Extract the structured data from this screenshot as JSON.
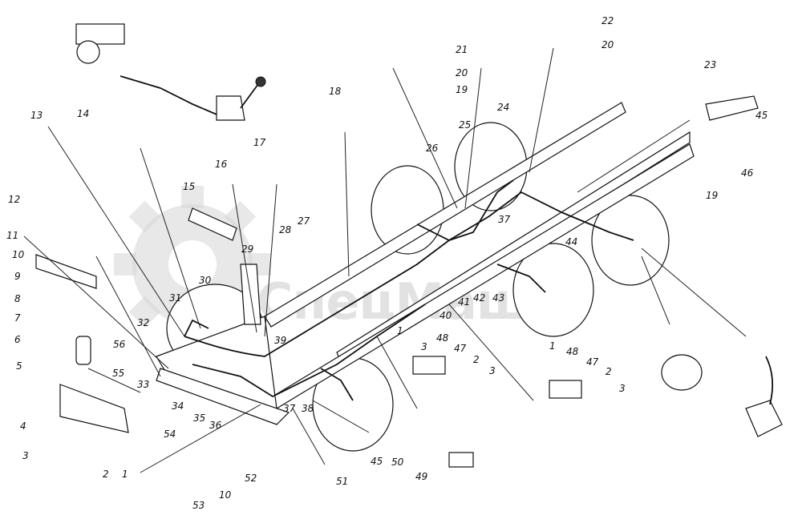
{
  "watermark": {
    "text": "СпецМаш",
    "color": "#c8c8c8"
  },
  "callouts": [
    {
      "text": "1"
    },
    {
      "text": "1"
    },
    {
      "text": "1"
    },
    {
      "text": "2"
    },
    {
      "text": "2"
    },
    {
      "text": "2"
    },
    {
      "text": "3"
    },
    {
      "text": "3"
    },
    {
      "text": "3"
    },
    {
      "text": "3"
    },
    {
      "text": "4"
    },
    {
      "text": "5"
    },
    {
      "text": "6"
    },
    {
      "text": "7"
    },
    {
      "text": "8"
    },
    {
      "text": "9"
    },
    {
      "text": "10"
    },
    {
      "text": "10"
    },
    {
      "text": "11"
    },
    {
      "text": "12"
    },
    {
      "text": "13"
    },
    {
      "text": "14"
    },
    {
      "text": "15"
    },
    {
      "text": "16"
    },
    {
      "text": "17"
    },
    {
      "text": "18"
    },
    {
      "text": "19"
    },
    {
      "text": "19"
    },
    {
      "text": "20"
    },
    {
      "text": "20"
    },
    {
      "text": "21"
    },
    {
      "text": "22"
    },
    {
      "text": "23"
    },
    {
      "text": "24"
    },
    {
      "text": "25"
    },
    {
      "text": "26"
    },
    {
      "text": "27"
    },
    {
      "text": "28"
    },
    {
      "text": "29"
    },
    {
      "text": "30"
    },
    {
      "text": "31"
    },
    {
      "text": "32"
    },
    {
      "text": "33"
    },
    {
      "text": "34"
    },
    {
      "text": "35"
    },
    {
      "text": "36"
    },
    {
      "text": "37"
    },
    {
      "text": "37"
    },
    {
      "text": "38"
    },
    {
      "text": "39"
    },
    {
      "text": "40"
    },
    {
      "text": "41"
    },
    {
      "text": "42"
    },
    {
      "text": "43"
    },
    {
      "text": "44"
    },
    {
      "text": "45"
    },
    {
      "text": "45"
    },
    {
      "text": "46"
    },
    {
      "text": "47"
    },
    {
      "text": "47"
    },
    {
      "text": "48"
    },
    {
      "text": "48"
    },
    {
      "text": "49"
    },
    {
      "text": "50"
    },
    {
      "text": "51"
    },
    {
      "text": "52"
    },
    {
      "text": "53"
    },
    {
      "text": "54"
    },
    {
      "text": "55"
    },
    {
      "text": "56"
    }
  ]
}
